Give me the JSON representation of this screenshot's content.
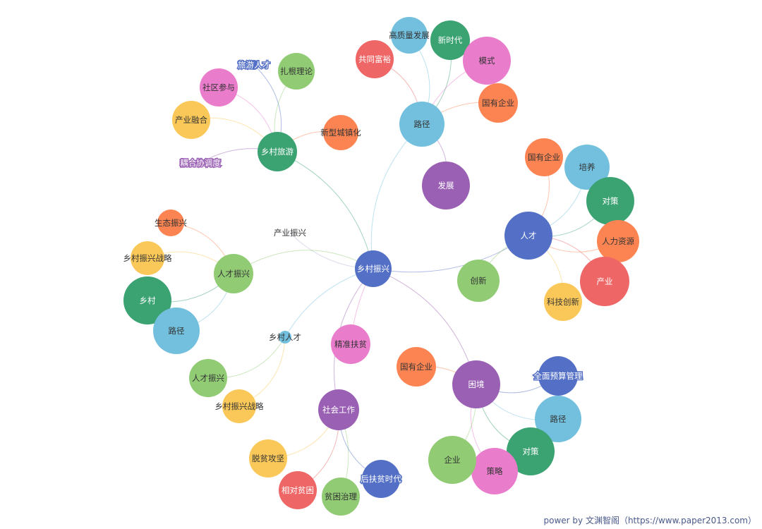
{
  "credit": "power by 文渊智阁（https://www.paper2013.com）",
  "colors": {
    "blue": "#5470c6",
    "green": "#91cc75",
    "yellow": "#fac858",
    "red": "#ee6666",
    "lightblue": "#73c0de",
    "darkgreen": "#3ba272",
    "orange": "#fc8452",
    "purple": "#9a60b4",
    "pink": "#ea7ccc"
  },
  "nodes": [
    {
      "id": "root",
      "label": "乡村振兴",
      "color": "blue"
    },
    {
      "id": "lj1",
      "label": "路径",
      "color": "lightblue"
    },
    {
      "id": "gzl",
      "label": "高质量发展",
      "color": "lightblue"
    },
    {
      "id": "xsd",
      "label": "新时代",
      "color": "darkgreen"
    },
    {
      "id": "gtfy",
      "label": "共同富裕",
      "color": "red"
    },
    {
      "id": "ms",
      "label": "模式",
      "color": "pink"
    },
    {
      "id": "gyqy1",
      "label": "国有企业",
      "color": "orange"
    },
    {
      "id": "fz",
      "label": "发展",
      "color": "purple"
    },
    {
      "id": "xcly",
      "label": "乡村旅游",
      "color": "darkgreen"
    },
    {
      "id": "lyrc",
      "label": "旅游人才",
      "color": "blue",
      "haloColor": "blue"
    },
    {
      "id": "zgll",
      "label": "扎根理论",
      "color": "green"
    },
    {
      "id": "sqcy",
      "label": "社区参与",
      "color": "pink"
    },
    {
      "id": "cyrh",
      "label": "产业融合",
      "color": "yellow"
    },
    {
      "id": "xxczh",
      "label": "新型城镇化",
      "color": "orange"
    },
    {
      "id": "ohxtd",
      "label": "耦合协调度",
      "color": "purple",
      "haloColor": "purple"
    },
    {
      "id": "rc",
      "label": "人才",
      "color": "blue"
    },
    {
      "id": "gyqy2",
      "label": "国有企业",
      "color": "orange"
    },
    {
      "id": "py",
      "label": "培养",
      "color": "lightblue"
    },
    {
      "id": "dc1",
      "label": "对策",
      "color": "darkgreen"
    },
    {
      "id": "rlzy",
      "label": "人力资源",
      "color": "orange"
    },
    {
      "id": "cy",
      "label": "产业",
      "color": "red"
    },
    {
      "id": "kjcx",
      "label": "科技创新",
      "color": "yellow"
    },
    {
      "id": "cx",
      "label": "创新",
      "color": "green"
    },
    {
      "id": "cyzx",
      "label": "产业振兴",
      "color": "none"
    },
    {
      "id": "rczx1",
      "label": "人才振兴",
      "color": "green"
    },
    {
      "id": "stzx",
      "label": "生态振兴",
      "color": "orange"
    },
    {
      "id": "xczxzl1",
      "label": "乡村振兴战略",
      "color": "yellow"
    },
    {
      "id": "xc",
      "label": "乡村",
      "color": "darkgreen"
    },
    {
      "id": "lj2",
      "label": "路径",
      "color": "lightblue"
    },
    {
      "id": "xcrc",
      "label": "乡村人才",
      "color": "lightblue"
    },
    {
      "id": "rczx2",
      "label": "人才振兴",
      "color": "green"
    },
    {
      "id": "xczxzl2",
      "label": "乡村振兴战略",
      "color": "yellow"
    },
    {
      "id": "jzfp",
      "label": "精准扶贫",
      "color": "pink"
    },
    {
      "id": "shgz",
      "label": "社会工作",
      "color": "purple"
    },
    {
      "id": "tpgj",
      "label": "脱贫攻坚",
      "color": "yellow"
    },
    {
      "id": "xdpk",
      "label": "相对贫困",
      "color": "red"
    },
    {
      "id": "pkzl",
      "label": "贫困治理",
      "color": "green"
    },
    {
      "id": "hfpsd",
      "label": "后扶贫时代",
      "color": "blue",
      "haloColor": "blue"
    },
    {
      "id": "kj",
      "label": "困境",
      "color": "purple"
    },
    {
      "id": "gyqy3",
      "label": "国有企业",
      "color": "orange"
    },
    {
      "id": "qmysgl",
      "label": "全面预算管理",
      "color": "blue",
      "haloColor": "blue"
    },
    {
      "id": "lj3",
      "label": "路径",
      "color": "lightblue"
    },
    {
      "id": "dc2",
      "label": "对策",
      "color": "darkgreen"
    },
    {
      "id": "ql",
      "label": "策略",
      "color": "pink"
    },
    {
      "id": "qy",
      "label": "企业",
      "color": "green"
    }
  ]
}
